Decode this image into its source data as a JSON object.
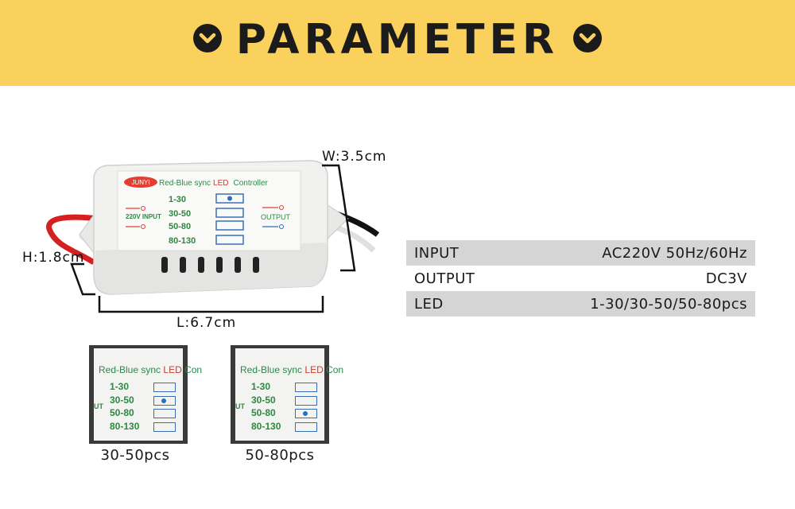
{
  "banner": {
    "title": "PARAMETER",
    "icon": "chevron-down-circle-icon",
    "color": "#fad15c"
  },
  "product": {
    "brand": "JUNYI",
    "title_pre": "Red-Blue sync",
    "title_led": "LED",
    "title_post": "Controller",
    "input_label": "220V INPUT",
    "output_label": "OUTPUT",
    "ranges": [
      "1-30",
      "30-50",
      "50-80",
      "80-130"
    ]
  },
  "dimensions": {
    "width": "W:3.5cm",
    "height": "H:1.8cm",
    "length": "L:6.7cm"
  },
  "specs": [
    {
      "label": "INPUT",
      "value": "AC220V 50Hz/60Hz"
    },
    {
      "label": "OUTPUT",
      "value": "DC3V"
    },
    {
      "label": "LED",
      "value": "1-30/30-50/50-80pcs"
    }
  ],
  "variants": [
    {
      "caption": "30-50pcs",
      "selected": "30-50"
    },
    {
      "caption": "50-80pcs",
      "selected": "50-80"
    }
  ],
  "thumb_text": {
    "pre": "Red-Blue sync",
    "led": "LED",
    "post": "Con",
    "side": "UT"
  }
}
